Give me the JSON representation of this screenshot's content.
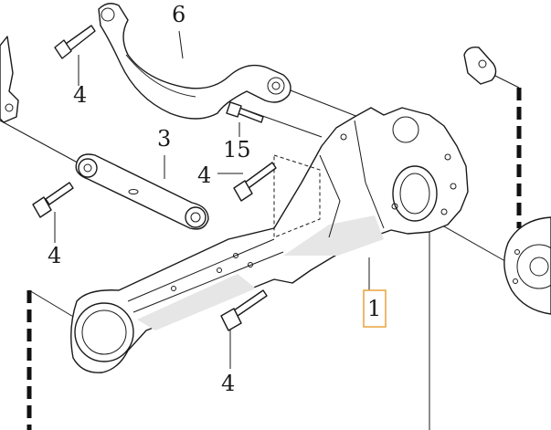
{
  "callouts": [
    {
      "id": "c1",
      "text": "1",
      "highlighted": true
    },
    {
      "id": "c3",
      "text": "3",
      "highlighted": false
    },
    {
      "id": "c4a",
      "text": "4",
      "highlighted": false
    },
    {
      "id": "c4b",
      "text": "4",
      "highlighted": false
    },
    {
      "id": "c4c",
      "text": "4",
      "highlighted": false
    },
    {
      "id": "c4d",
      "text": "4",
      "highlighted": false
    },
    {
      "id": "c6",
      "text": "6",
      "highlighted": false
    },
    {
      "id": "c15",
      "text": "15",
      "highlighted": false
    }
  ],
  "colors": {
    "line": "#1a1a1a",
    "highlight": "#e8a33a",
    "background": "#ffffff"
  }
}
